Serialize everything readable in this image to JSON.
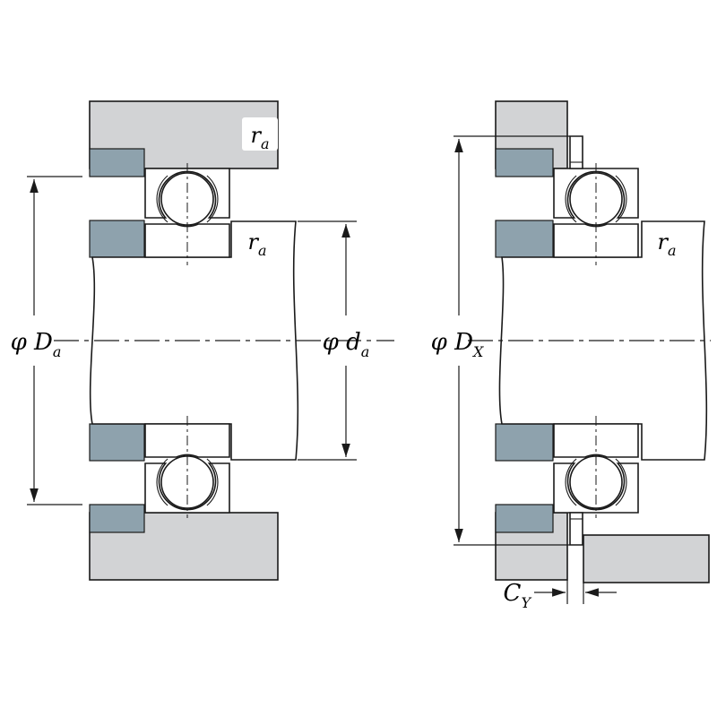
{
  "colors": {
    "housing": "#d2d3d5",
    "seat": "#8ea2ad",
    "line": "#1a1a1a",
    "background": "#ffffff"
  },
  "labels": {
    "ra_housing": {
      "main": "r",
      "sub": "a"
    },
    "ra_shaft_left": {
      "main": "r",
      "sub": "a"
    },
    "ra_shaft_right": {
      "main": "r",
      "sub": "a"
    },
    "dia_Da": {
      "main": "φ D",
      "sub": "a"
    },
    "dia_da": {
      "main": "φ d",
      "sub": "a"
    },
    "dia_Dx": {
      "main": "φ D",
      "sub": "X"
    },
    "Cy": {
      "main": "C",
      "sub": "Y"
    }
  }
}
